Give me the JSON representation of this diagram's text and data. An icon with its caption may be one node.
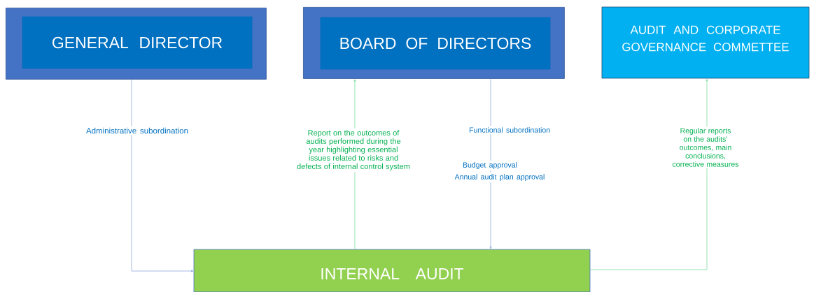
{
  "diagram": {
    "nodes": [
      {
        "text": [],
        "shape": "box"
      },
      {
        "text": [
          "GENERAL DIRECTOR"
        ],
        "in": 0
      },
      {
        "text": [],
        "shape": "box"
      },
      {
        "text": [
          "BOARD OF DIRECTORS"
        ],
        "in": 2
      },
      {
        "text": [
          "AUDIT AND CORPORATE GOVERNANCE COMMETTEE"
        ]
      },
      {
        "text": [
          "INTERNAL AUDIT"
        ]
      }
    ],
    "edges": [
      {
        "from": 0,
        "to": 5,
        "arrow": "to",
        "label": "Administrative subordination",
        "color": "#8faadc"
      },
      {
        "from": 5,
        "to": 2,
        "arrow": "to",
        "label": "Report on the outcomes of audits performed during the year highlighting essential issues related to risks and defects of internal control system",
        "color": "#7fdca0"
      },
      {
        "from": 2,
        "to": 5,
        "arrow": "to",
        "label": "Functional subordination",
        "color": "#8faadc"
      },
      {
        "from": 5,
        "to": 4,
        "arrow": "to",
        "label": "Regular reports on the audits’ outcomes, main conclusions, corrective measures",
        "color": "#7fdca0"
      }
    ],
    "labels": [
      "Budget approval",
      "Annual audit plan approval"
    ]
  }
}
